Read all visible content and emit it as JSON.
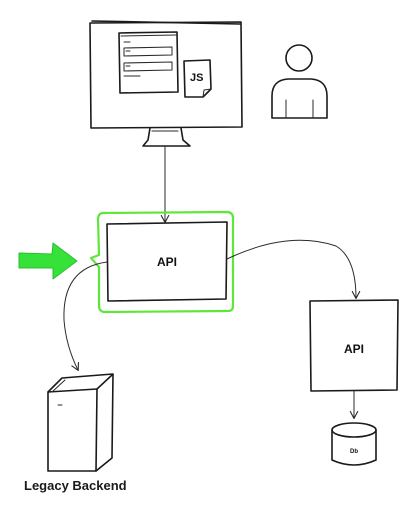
{
  "diagram": {
    "gateway_label": "API",
    "service_label": "API",
    "database_label": "Db",
    "script_file_label": "JS",
    "legacy_caption": "Legacy Backend"
  },
  "colors": {
    "highlight": "#5ee63a",
    "arrow_fill": "#36e23a",
    "stroke": "#1a1a1a"
  },
  "icons": [
    "monitor-icon",
    "web-form-icon",
    "js-file-icon",
    "user-icon",
    "server-tower-icon",
    "database-icon",
    "green-arrow-icon"
  ]
}
